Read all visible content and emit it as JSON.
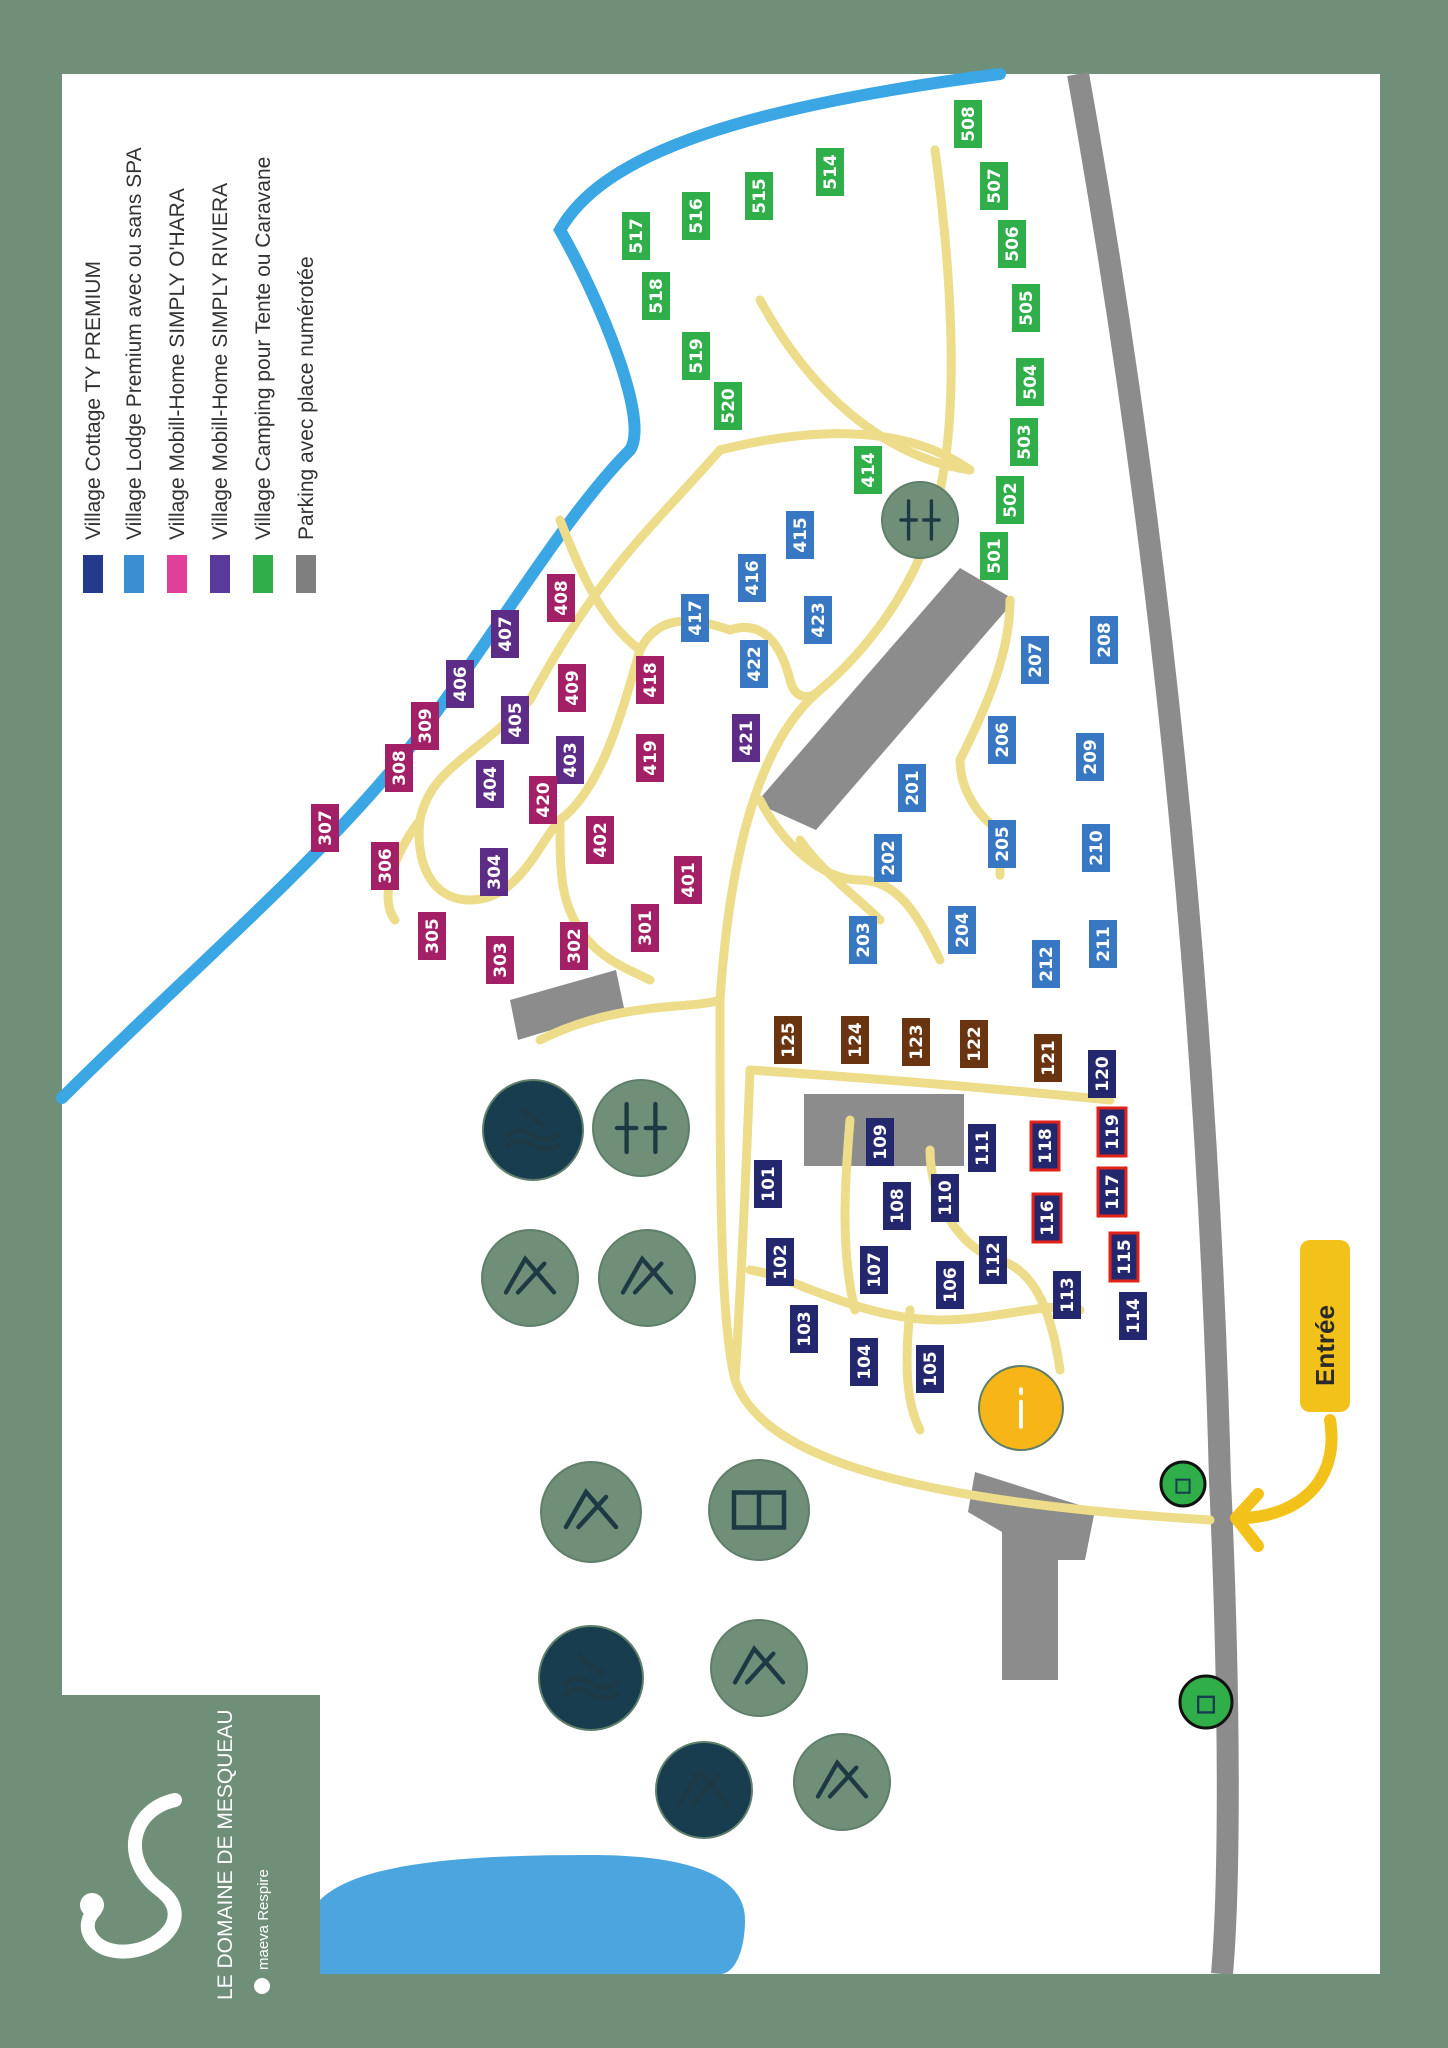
{
  "brand": {
    "name": "LE DOMAINE DE MESQUEAU",
    "sub": "maeva Respire"
  },
  "legend": [
    {
      "key": "cottage",
      "label": "Village Cottage TY PREMIUM",
      "color": "#243a8c"
    },
    {
      "key": "lodge",
      "label": "Village Lodge Premium avec ou sans SPA",
      "color": "#3b8fd1"
    },
    {
      "key": "ohara",
      "label": "Village Mobill-Home SIMPLY O'HARA",
      "color": "#e0409a"
    },
    {
      "key": "riviera",
      "label": "Village Mobill-Home SIMPLY RIVIERA",
      "color": "#5a3a98"
    },
    {
      "key": "camping",
      "label": "Village Camping pour Tente ou Caravane",
      "color": "#2fae49"
    },
    {
      "key": "parking",
      "label": "Parking avec place numérotée",
      "color": "#7f7f7f"
    }
  ],
  "entrance_label": "Entrée",
  "lot_colors": {
    "camping": "#2fae49",
    "ohara": "#a31f66",
    "riviera": "#5c2c86",
    "lodge": "#3877c2",
    "cottage": "#23286e",
    "brown": "#6b3410"
  },
  "lots": [
    {
      "id": "508",
      "cat": "camping"
    },
    {
      "id": "507",
      "cat": "camping"
    },
    {
      "id": "506",
      "cat": "camping"
    },
    {
      "id": "505",
      "cat": "camping"
    },
    {
      "id": "504",
      "cat": "camping"
    },
    {
      "id": "503",
      "cat": "camping"
    },
    {
      "id": "502",
      "cat": "camping"
    },
    {
      "id": "501",
      "cat": "camping"
    },
    {
      "id": "514",
      "cat": "camping"
    },
    {
      "id": "515",
      "cat": "camping"
    },
    {
      "id": "516",
      "cat": "camping"
    },
    {
      "id": "517",
      "cat": "camping"
    },
    {
      "id": "518",
      "cat": "camping"
    },
    {
      "id": "519",
      "cat": "camping"
    },
    {
      "id": "520",
      "cat": "camping"
    },
    {
      "id": "414",
      "cat": "camping"
    },
    {
      "id": "408",
      "cat": "ohara"
    },
    {
      "id": "407",
      "cat": "riviera"
    },
    {
      "id": "406",
      "cat": "riviera"
    },
    {
      "id": "309",
      "cat": "ohara"
    },
    {
      "id": "308",
      "cat": "ohara"
    },
    {
      "id": "307",
      "cat": "ohara"
    },
    {
      "id": "306",
      "cat": "ohara"
    },
    {
      "id": "305",
      "cat": "ohara"
    },
    {
      "id": "303",
      "cat": "ohara"
    },
    {
      "id": "304",
      "cat": "riviera"
    },
    {
      "id": "302",
      "cat": "ohara"
    },
    {
      "id": "301",
      "cat": "ohara"
    },
    {
      "id": "401",
      "cat": "ohara"
    },
    {
      "id": "402",
      "cat": "ohara"
    },
    {
      "id": "403",
      "cat": "riviera"
    },
    {
      "id": "404",
      "cat": "riviera"
    },
    {
      "id": "405",
      "cat": "riviera"
    },
    {
      "id": "409",
      "cat": "ohara"
    },
    {
      "id": "418",
      "cat": "ohara"
    },
    {
      "id": "419",
      "cat": "ohara"
    },
    {
      "id": "420",
      "cat": "ohara"
    },
    {
      "id": "421",
      "cat": "riviera"
    },
    {
      "id": "422",
      "cat": "lodge"
    },
    {
      "id": "423",
      "cat": "lodge"
    },
    {
      "id": "417",
      "cat": "lodge"
    },
    {
      "id": "416",
      "cat": "lodge"
    },
    {
      "id": "415",
      "cat": "lodge"
    },
    {
      "id": "208",
      "cat": "lodge"
    },
    {
      "id": "207",
      "cat": "lodge"
    },
    {
      "id": "206",
      "cat": "lodge"
    },
    {
      "id": "209",
      "cat": "lodge"
    },
    {
      "id": "201",
      "cat": "lodge"
    },
    {
      "id": "205",
      "cat": "lodge"
    },
    {
      "id": "210",
      "cat": "lodge"
    },
    {
      "id": "202",
      "cat": "lodge"
    },
    {
      "id": "203",
      "cat": "lodge"
    },
    {
      "id": "204",
      "cat": "lodge"
    },
    {
      "id": "212",
      "cat": "lodge"
    },
    {
      "id": "211",
      "cat": "lodge"
    },
    {
      "id": "125",
      "cat": "brown"
    },
    {
      "id": "124",
      "cat": "brown"
    },
    {
      "id": "123",
      "cat": "brown"
    },
    {
      "id": "122",
      "cat": "brown"
    },
    {
      "id": "121",
      "cat": "brown"
    },
    {
      "id": "120",
      "cat": "cottage"
    },
    {
      "id": "109",
      "cat": "cottage"
    },
    {
      "id": "111",
      "cat": "cottage"
    },
    {
      "id": "118",
      "cat": "cottage"
    },
    {
      "id": "119",
      "cat": "cottage"
    },
    {
      "id": "101",
      "cat": "cottage"
    },
    {
      "id": "108",
      "cat": "cottage"
    },
    {
      "id": "110",
      "cat": "cottage"
    },
    {
      "id": "116",
      "cat": "cottage"
    },
    {
      "id": "117",
      "cat": "cottage"
    },
    {
      "id": "102",
      "cat": "cottage"
    },
    {
      "id": "107",
      "cat": "cottage"
    },
    {
      "id": "106",
      "cat": "cottage"
    },
    {
      "id": "112",
      "cat": "cottage"
    },
    {
      "id": "115",
      "cat": "cottage"
    },
    {
      "id": "113",
      "cat": "cottage"
    },
    {
      "id": "114",
      "cat": "cottage"
    },
    {
      "id": "103",
      "cat": "cottage"
    },
    {
      "id": "104",
      "cat": "cottage"
    },
    {
      "id": "105",
      "cat": "cottage"
    }
  ],
  "facilities": [
    {
      "name": "pool-icon"
    },
    {
      "name": "toilets-icon"
    },
    {
      "name": "playground-icon"
    },
    {
      "name": "swing-icon"
    },
    {
      "name": "water-slide-icon"
    },
    {
      "name": "football-field-icon"
    },
    {
      "name": "pool-icon"
    },
    {
      "name": "ping-pong-icon"
    },
    {
      "name": "kids-club-icon"
    },
    {
      "name": "games-room-icon"
    },
    {
      "name": "toilets-icon"
    },
    {
      "name": "information-icon"
    },
    {
      "name": "waste-bin-icon"
    },
    {
      "name": "waste-bin-icon"
    }
  ]
}
